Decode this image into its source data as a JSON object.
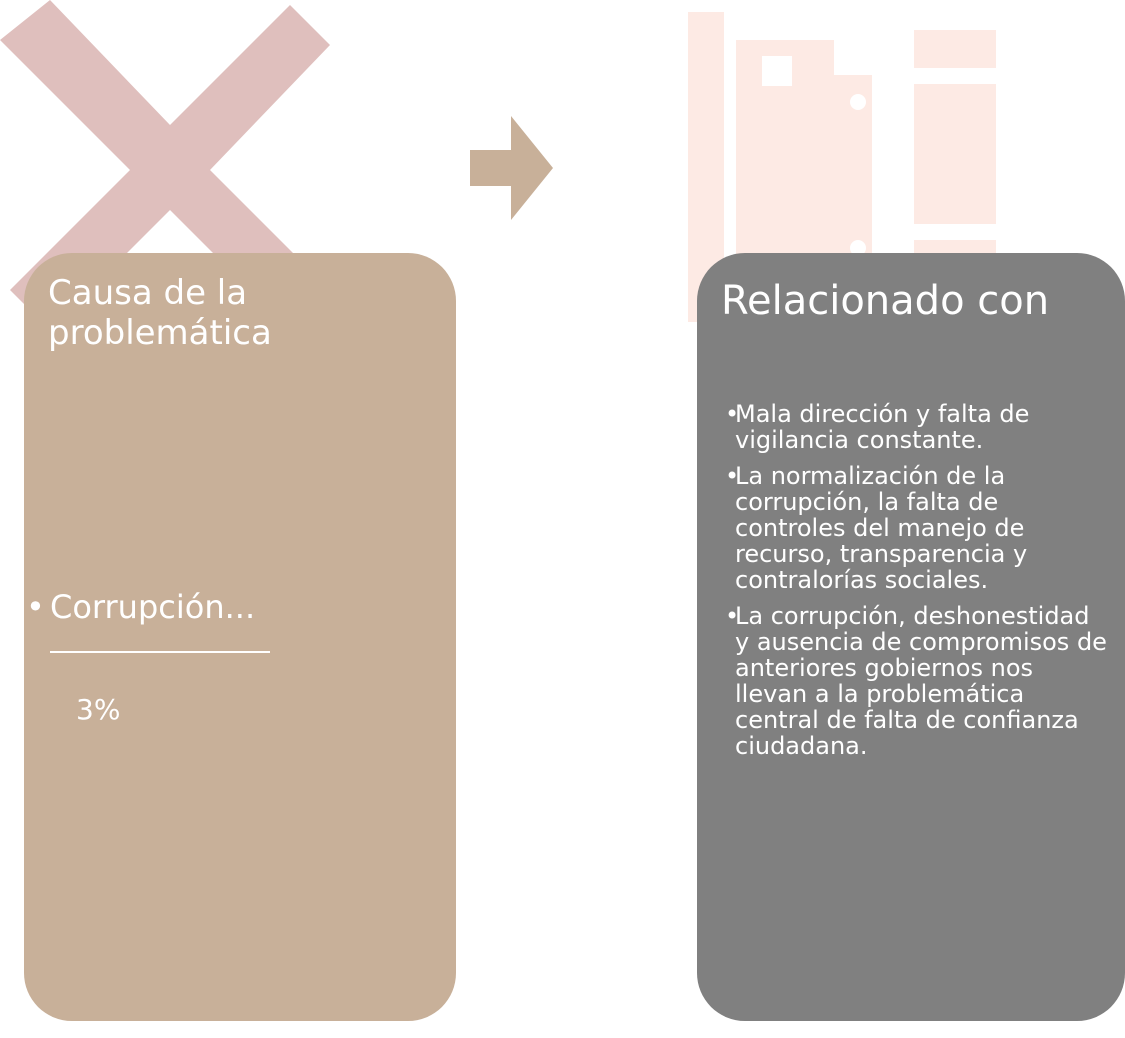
{
  "colors": {
    "left_card": "#c8b099",
    "right_card": "#808080",
    "arrow": "#c8b099",
    "x_mark": "#dfbfbd",
    "books": "#fdeae4"
  },
  "icons": {
    "background_left": "x-mark-icon",
    "background_right": "books-icon",
    "connector": "right-arrow-icon"
  },
  "left_card": {
    "title": "Causa de la problemática",
    "bullet": "Corrupción...",
    "percentage": "3%"
  },
  "right_card": {
    "title": "Relacionado con",
    "items": [
      "Mala dirección y falta de vigilancia constante.",
      "La normalización de la corrupción, la falta de controles del manejo de recurso, transparencia y contralorías sociales.",
      "La corrupción, deshonestidad y ausencia de compromisos de anteriores gobiernos nos llevan a la problemática central de falta de confianza ciudadana."
    ]
  }
}
